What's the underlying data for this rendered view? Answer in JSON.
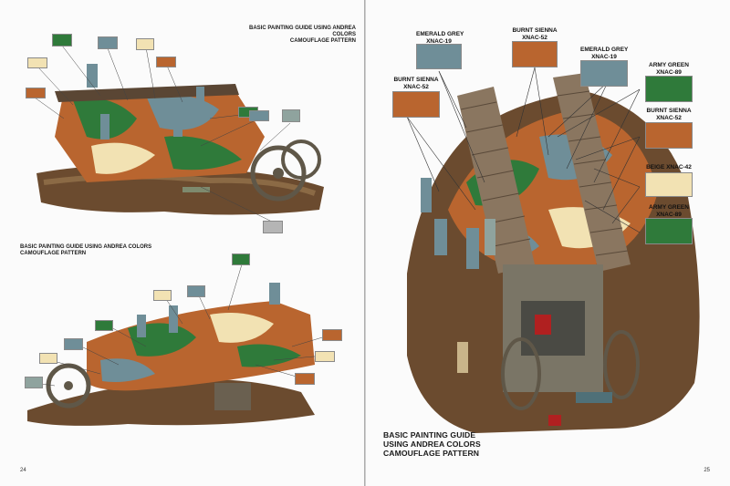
{
  "colors": {
    "emerald_grey": "#6f8e98",
    "burnt_sienna": "#b9652f",
    "army_green": "#2f7a3a",
    "beige": "#f2e2b3",
    "grey_light": "#b5b5b5",
    "earth": "#7a5a3c"
  },
  "left_page": {
    "heading_line1": "BASIC PAINTING GUIDE USING ANDREA COLORS",
    "heading_line2": "CAMOUFLAGE PATTERN",
    "heading2_line1": "BASIC PAINTING GUIDE USING ANDREA COLORS",
    "heading2_line2": "CAMOUFLAGE PATTERN",
    "page_number": "24"
  },
  "right_page": {
    "heading_line1": "BASIC PAINTING GUIDE",
    "heading_line2": "USING ANDREA COLORS",
    "heading_line3": "CAMOUFLAGE PATTERN",
    "page_number": "25",
    "swatches": [
      {
        "line1": "EMERALD GREY",
        "line2": "XNAC-19"
      },
      {
        "line1": "BURNT SIENNA",
        "line2": "XNAC-52"
      },
      {
        "line1": "EMERALD GREY",
        "line2": "XNAC-19"
      },
      {
        "line1": "BURNT SIENNA",
        "line2": "XNAC-52"
      },
      {
        "line1": "ARMY GREEN",
        "line2": "XNAC-89"
      },
      {
        "line1": "BURNT SIENNA",
        "line2": "XNAC-52"
      },
      {
        "line1": "BEIGE XNAC-42",
        "line2": ""
      },
      {
        "line1": "ARMY GREEN",
        "line2": "XNAC-89"
      }
    ]
  }
}
